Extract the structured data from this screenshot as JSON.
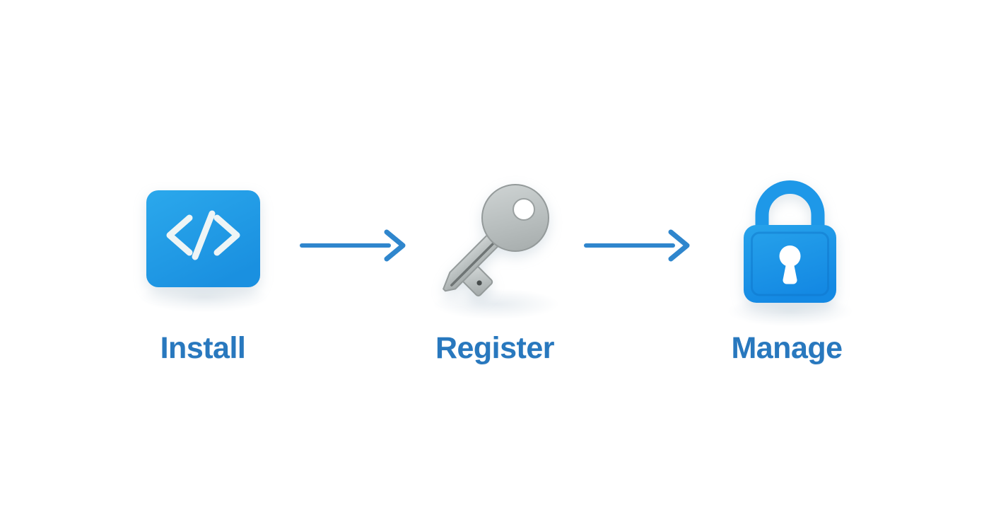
{
  "colors": {
    "background": "#ffffff",
    "label_text": "#2878be",
    "arrow": "#2f86cd",
    "code_badge_blue": "#1f9ce8",
    "lock_blue": "#1e97e8",
    "key_gray": "#bcc2c2"
  },
  "diagram": {
    "steps": [
      {
        "id": "install",
        "label": "Install",
        "icon": "code-badge-icon"
      },
      {
        "id": "register",
        "label": "Register",
        "icon": "key-icon"
      },
      {
        "id": "manage",
        "label": "Manage",
        "icon": "padlock-icon"
      }
    ],
    "connectors": [
      {
        "from": "install",
        "to": "register",
        "type": "arrow-right"
      },
      {
        "from": "register",
        "to": "manage",
        "type": "arrow-right"
      }
    ]
  }
}
